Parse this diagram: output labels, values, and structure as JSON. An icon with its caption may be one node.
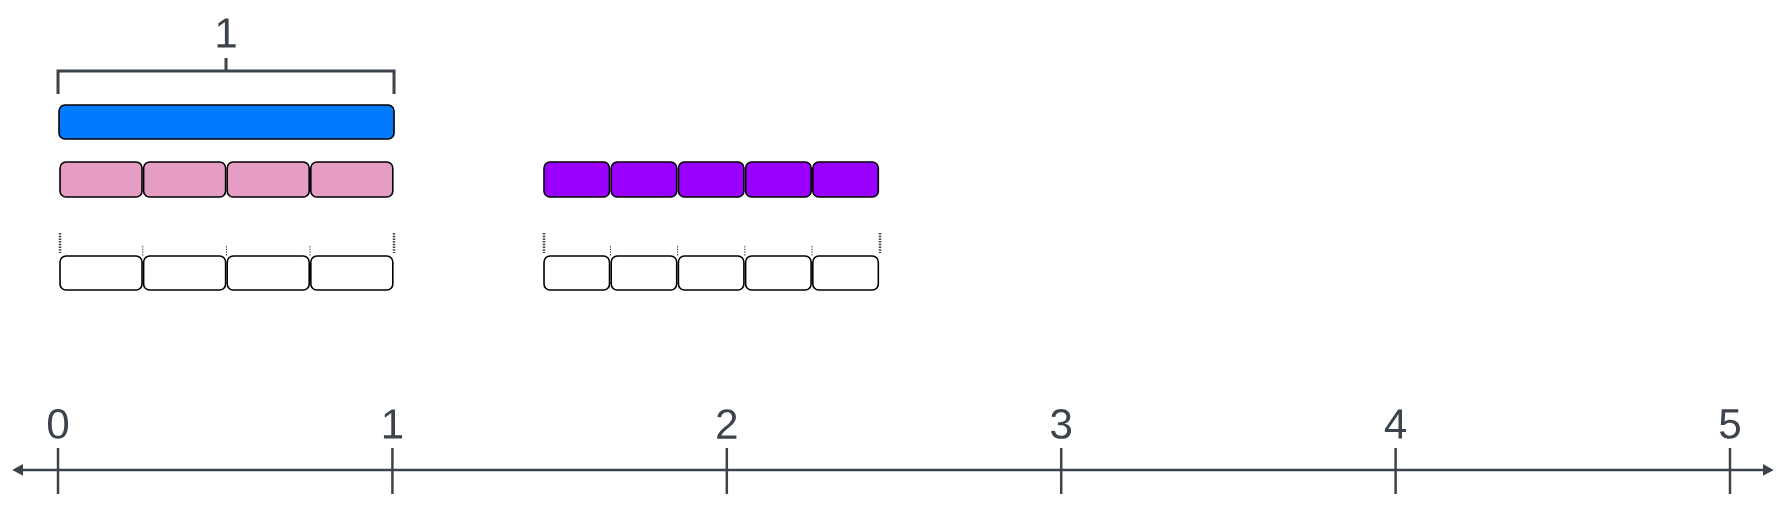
{
  "diagram": {
    "nodes": [
      {
        "text": [],
        "shape": "box"
      },
      {
        "text": [],
        "shape": "box"
      },
      {
        "text": [],
        "shape": "box"
      },
      {
        "text": [],
        "shape": "box"
      },
      {
        "text": [],
        "shape": "box"
      },
      {
        "text": [],
        "shape": "box"
      },
      {
        "text": [],
        "shape": "box"
      },
      {
        "text": [],
        "shape": "box"
      },
      {
        "text": [],
        "shape": "box"
      },
      {
        "text": [],
        "shape": "box"
      },
      {
        "text": [],
        "shape": "box"
      },
      {
        "text": [],
        "shape": "box"
      },
      {
        "text": [],
        "shape": "box"
      },
      {
        "text": [],
        "shape": "box"
      },
      {
        "text": [],
        "shape": "box"
      },
      {
        "text": [],
        "shape": "box"
      },
      {
        "text": [],
        "shape": "box"
      },
      {
        "text": [],
        "shape": "box"
      },
      {
        "text": [],
        "shape": "box"
      }
    ],
    "labels": [
      "1",
      "0",
      "1",
      "2",
      "3",
      "4",
      "5"
    ]
  }
}
